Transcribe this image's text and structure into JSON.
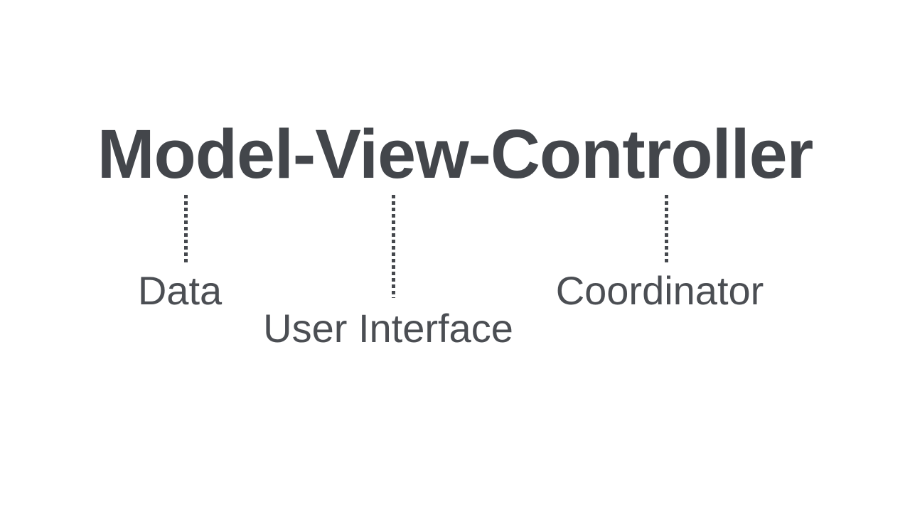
{
  "diagram": {
    "title": "Model-View-Controller",
    "background_color": "#ffffff",
    "title_color": "#43464b",
    "label_color": "#4b4e53",
    "connector_style": "dotted",
    "nodes": [
      {
        "term": "Model",
        "label": "Data"
      },
      {
        "term": "View",
        "label": "User Interface"
      },
      {
        "term": "Controller",
        "label": "Coordinator"
      }
    ]
  }
}
